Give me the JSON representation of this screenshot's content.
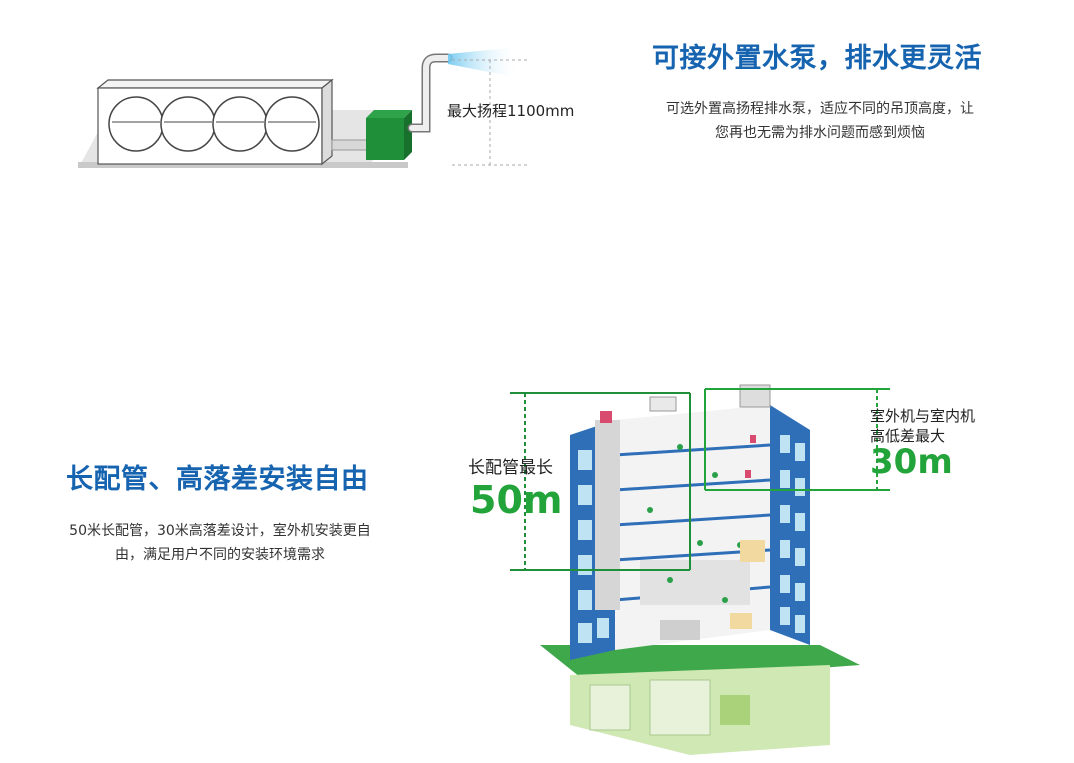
{
  "section_pump": {
    "title": "可接外置水泵，排水更灵活",
    "description_line1": "可选外置高扬程排水泵，适应不同的吊顶高度，让",
    "description_line2": "您再也无需为排水问题而感到烦恼",
    "lift_label": "最大扬程1100mm"
  },
  "section_piping": {
    "title": "长配管、高落差安装自由",
    "description_line1": "50米长配管，30米高落差设计，室外机安装更自",
    "description_line2": "由，满足用户不同的安装环境需求",
    "pipe_length_label": "长配管最长",
    "pipe_length_value": "50m",
    "height_diff_label_line1": "室外机与室内机",
    "height_diff_label_line2": "高低差最大",
    "height_diff_value": "30m"
  },
  "colors": {
    "heading_blue": "#1664b0",
    "accent_green": "#22a43a",
    "building_blue": "#2f6fb8",
    "pump_green": "#1f8f3a"
  }
}
